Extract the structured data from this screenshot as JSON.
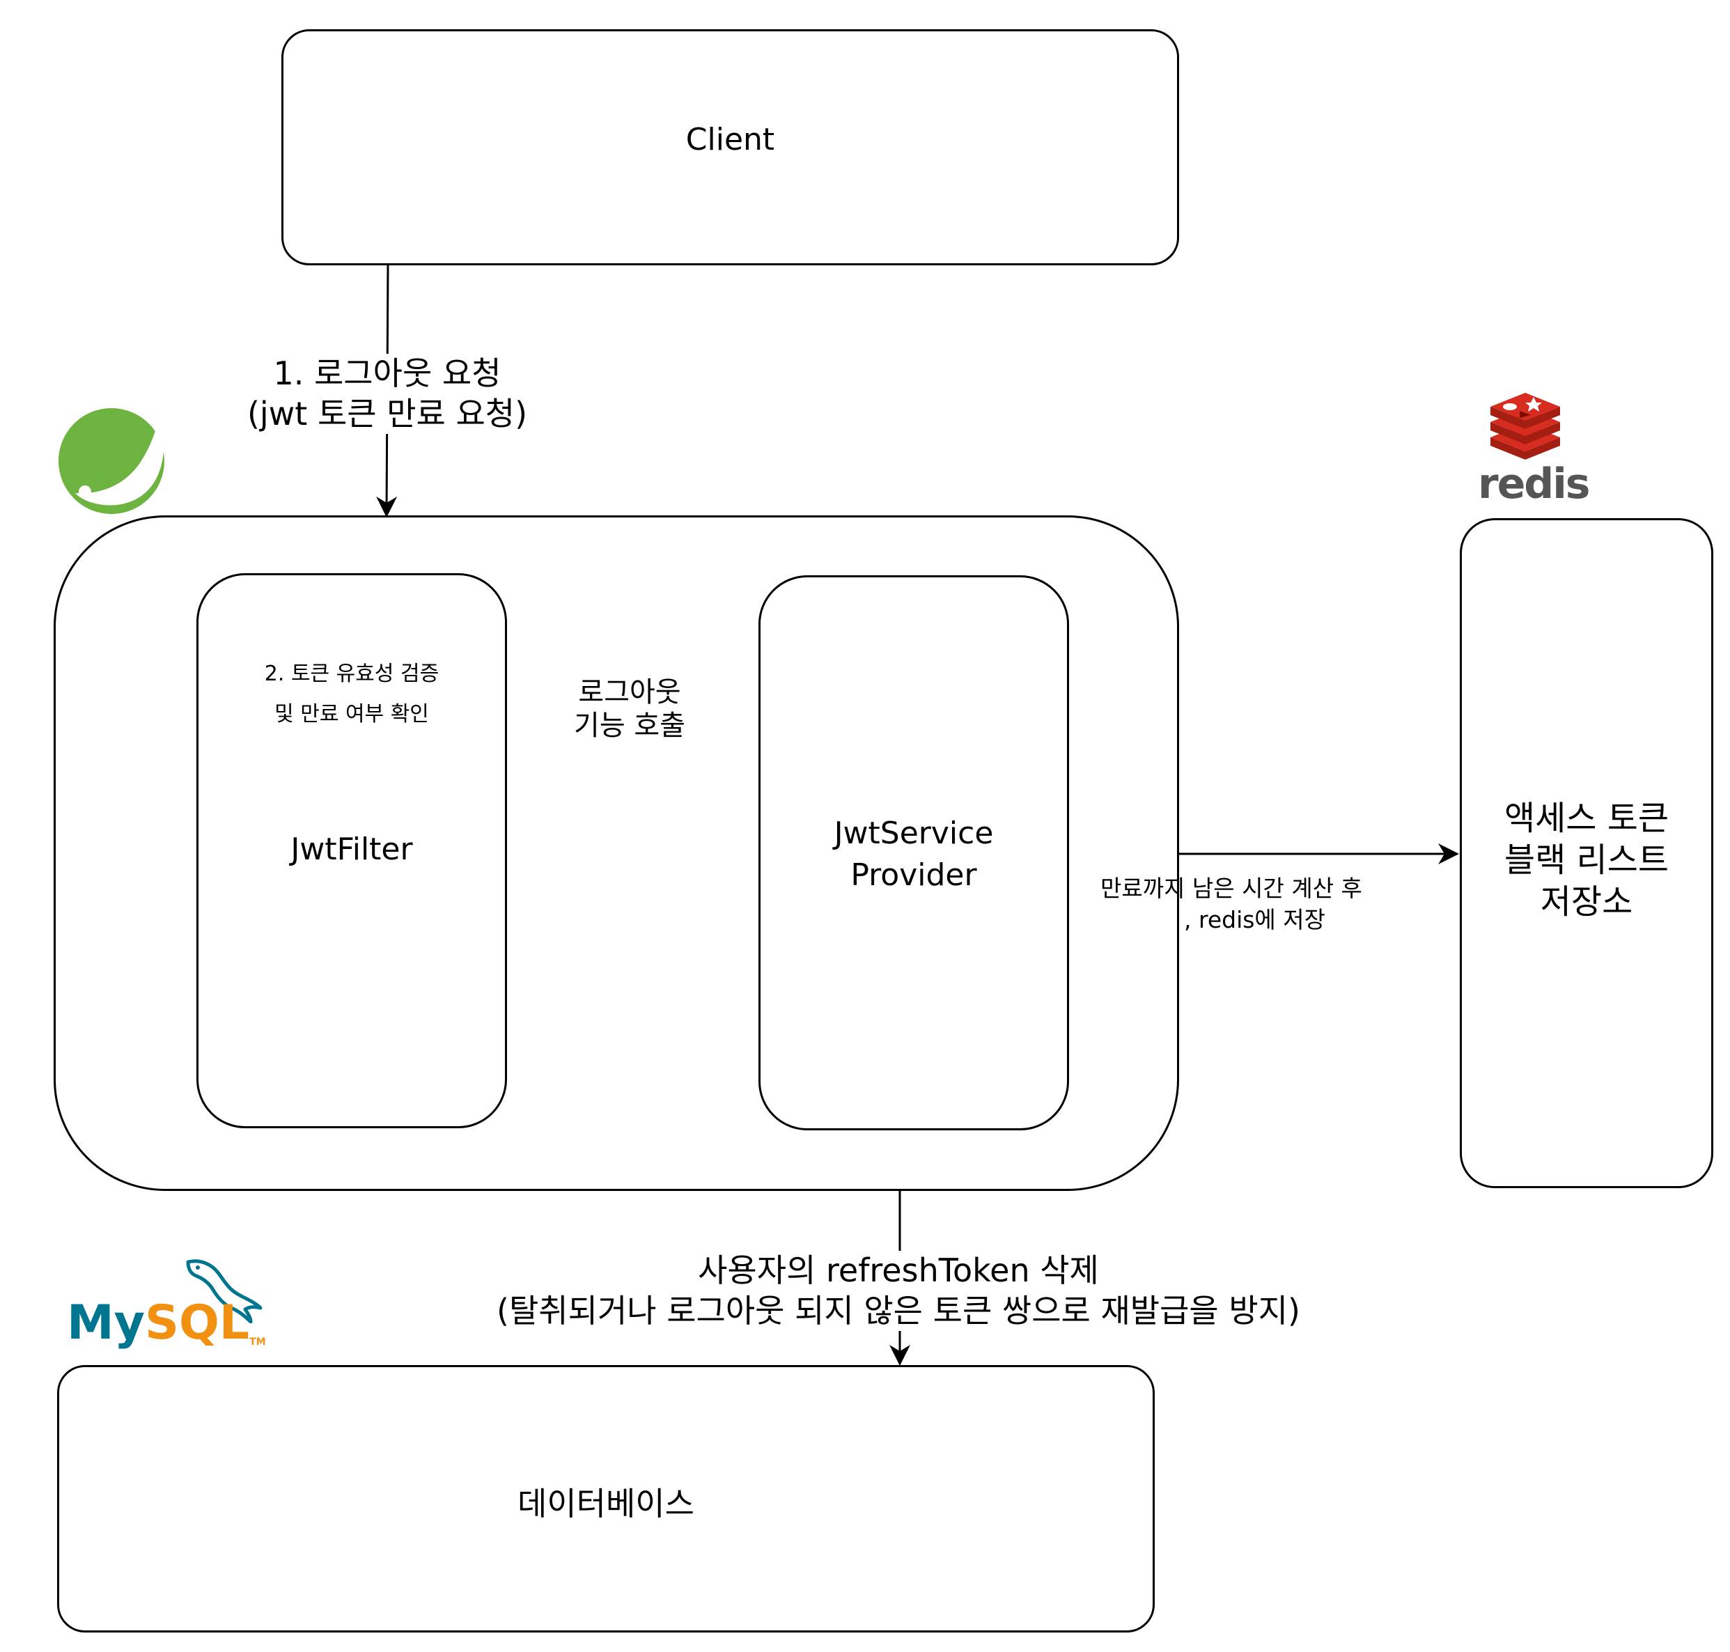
{
  "nodes": {
    "client": "Client",
    "jwt_filter": "JwtFilter",
    "jwt_filter_note_line1": "2. 토큰 유효성 검증",
    "jwt_filter_note_line2": "및 만료 여부 확인",
    "jwt_service_line1": "JwtService",
    "jwt_service_line2": "Provider",
    "redis_store_line1": "액세스 토큰",
    "redis_store_line2": "블랙 리스트",
    "redis_store_line3": "저장소",
    "database": "데이터베이스"
  },
  "edges": {
    "logout_request_line1": "1. 로그아웃 요청",
    "logout_request_line2": "(jwt 토큰 만료 요청)",
    "call_logout_line1": "로그아웃",
    "call_logout_line2": "기능 호출",
    "save_redis_line1": "만료까지 남은 시간 계산 후",
    "save_redis_line2": ", redis에 저장",
    "delete_refresh_line1": "사용자의 refreshToken 삭제",
    "delete_refresh_line2": "(탈취되거나 로그아웃 되지 않은 토큰 쌍으로 재발급을 방지)"
  },
  "logos": {
    "redis_text": "redis",
    "mysql_text_my": "My",
    "mysql_text_sql": "SQL",
    "mysql_tm": "TM",
    "spring_icon": "spring-leaf-icon",
    "redis_icon": "redis-cube-icon",
    "mysql_icon": "mysql-dolphin-icon"
  },
  "colors": {
    "spring_green": "#6db33f",
    "redis_red": "#d82c20",
    "redis_dark": "#a41e11",
    "redis_text": "#555555",
    "mysql_blue": "#00758f",
    "mysql_orange": "#f29111"
  }
}
